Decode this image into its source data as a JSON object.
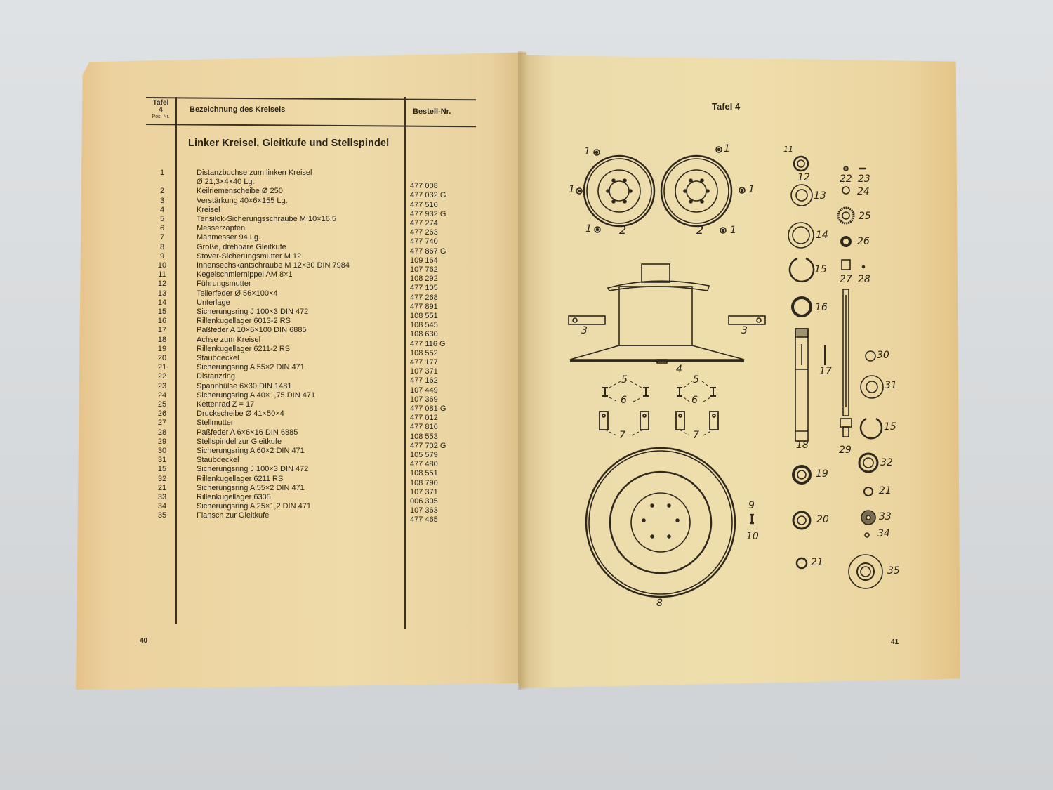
{
  "left_page": {
    "page_number": "40",
    "table": {
      "header": {
        "pos_col": {
          "line1": "Tafel",
          "line2": "4",
          "line3": "Pos. Nr."
        },
        "name_col": "Bezeichnung des Kreisels",
        "nr_col": "Bestell-Nr."
      },
      "section_title": "Linker Kreisel, Gleitkufe und Stellspindel",
      "rows": [
        {
          "pos": "1",
          "name": "Distanzbuchse zum linken Kreisel",
          "nr": ""
        },
        {
          "pos": "",
          "name": "Ø 21,3×4×40 Lg.",
          "nr": "477 008"
        },
        {
          "pos": "2",
          "name": "Keilriemenscheibe Ø 250",
          "nr": "477 032 G"
        },
        {
          "pos": "3",
          "name": "Verstärkung 40×6×155 Lg.",
          "nr": "477 510"
        },
        {
          "pos": "4",
          "name": "Kreisel",
          "nr": "477 932 G"
        },
        {
          "pos": "5",
          "name": "Tensilok-Sicherungsschraube M 10×16,5",
          "nr": "477 274"
        },
        {
          "pos": "6",
          "name": "Messerzapfen",
          "nr": "477 263"
        },
        {
          "pos": "7",
          "name": "Mähmesser 94 Lg.",
          "nr": "477 740"
        },
        {
          "pos": "8",
          "name": "Große, drehbare Gleitkufe",
          "nr": "477 867 G"
        },
        {
          "pos": "9",
          "name": "Stover-Sicherungsmutter M 12",
          "nr": "109 164"
        },
        {
          "pos": "10",
          "name": "Innensechskantschraube M 12×30   DIN 7984",
          "nr": "107 762"
        },
        {
          "pos": "11",
          "name": "Kegelschmiernippel AM 8×1",
          "nr": "108 292"
        },
        {
          "pos": "12",
          "name": "Führungsmutter",
          "nr": "477 105"
        },
        {
          "pos": "13",
          "name": "Tellerfeder Ø 56×100×4",
          "nr": "477 268"
        },
        {
          "pos": "14",
          "name": "Unterlage",
          "nr": "477 891"
        },
        {
          "pos": "15",
          "name": "Sicherungsring J 100×3   DIN 472",
          "nr": "108 551"
        },
        {
          "pos": "16",
          "name": "Rillenkugellager 6013-2 RS",
          "nr": "108 545"
        },
        {
          "pos": "17",
          "name": "Paßfeder A 10×6×100   DIN 6885",
          "nr": "108 630"
        },
        {
          "pos": "18",
          "name": "Achse zum Kreisel",
          "nr": "477 116 G"
        },
        {
          "pos": "19",
          "name": "Rillenkugellager 6211-2 RS",
          "nr": "108 552"
        },
        {
          "pos": "20",
          "name": "Staubdeckel",
          "nr": "477 177"
        },
        {
          "pos": "21",
          "name": "Sicherungsring A 55×2   DIN 471",
          "nr": "107 371"
        },
        {
          "pos": "22",
          "name": "Distanzring",
          "nr": "477 162"
        },
        {
          "pos": "23",
          "name": "Spannhülse 6×30   DIN 1481",
          "nr": "107 449"
        },
        {
          "pos": "24",
          "name": "Sicherungsring A 40×1,75   DIN 471",
          "nr": "107 369"
        },
        {
          "pos": "25",
          "name": "Kettenrad Z = 17",
          "nr": "477 081 G"
        },
        {
          "pos": "26",
          "name": "Druckscheibe Ø 41×50×4",
          "nr": "477 012"
        },
        {
          "pos": "27",
          "name": "Stellmutter",
          "nr": "477 816"
        },
        {
          "pos": "28",
          "name": "Paßfeder A 6×6×16   DIN 6885",
          "nr": "108 553"
        },
        {
          "pos": "29",
          "name": "Stellspindel zur Gleitkufe",
          "nr": "477 702 G"
        },
        {
          "pos": "30",
          "name": "Sicherungsring A 60×2   DIN 471",
          "nr": "105 579"
        },
        {
          "pos": "31",
          "name": "Staubdeckel",
          "nr": "477 480"
        },
        {
          "pos": "15",
          "name": "Sicherungsring J 100×3   DIN 472",
          "nr": "108 551"
        },
        {
          "pos": "32",
          "name": "Rillenkugellager 6211 RS",
          "nr": "108 790"
        },
        {
          "pos": "21",
          "name": "Sicherungsring A 55×2   DIN 471",
          "nr": "107 371"
        },
        {
          "pos": "33",
          "name": "Rillenkugellager 6305",
          "nr": "006 305"
        },
        {
          "pos": "34",
          "name": "Sicherungsring A 25×1,2   DIN 471",
          "nr": "107 363"
        },
        {
          "pos": "35",
          "name": "Flansch zur Gleitkufe",
          "nr": "477 465"
        }
      ]
    }
  },
  "right_page": {
    "page_number": "41",
    "title": "Tafel 4",
    "diagram_labels": {
      "pulley_left": {
        "bolts": [
          "1",
          "1",
          "1"
        ],
        "part": "2"
      },
      "pulley_right": {
        "bolts": [
          "1",
          "1",
          "1"
        ],
        "part": "2"
      },
      "reinforcement": "3",
      "rotor": "4",
      "screw": "5",
      "pin": "6",
      "blade": "7",
      "skid": "8",
      "nut_bolt": [
        "9",
        "10"
      ],
      "col1": [
        "11",
        "12",
        "13",
        "14",
        "15",
        "16",
        "17",
        "18",
        "19",
        "20",
        "21"
      ],
      "col2": [
        "22",
        "23",
        "24",
        "25",
        "26",
        "27",
        "28",
        "29"
      ],
      "col3": [
        "30",
        "31",
        "15",
        "32",
        "21",
        "33",
        "34",
        "35"
      ]
    }
  },
  "colors": {
    "paper_left": "#eedba9",
    "paper_right": "#eedeac",
    "ink": "#2a241a",
    "background": "#d6d9db"
  }
}
